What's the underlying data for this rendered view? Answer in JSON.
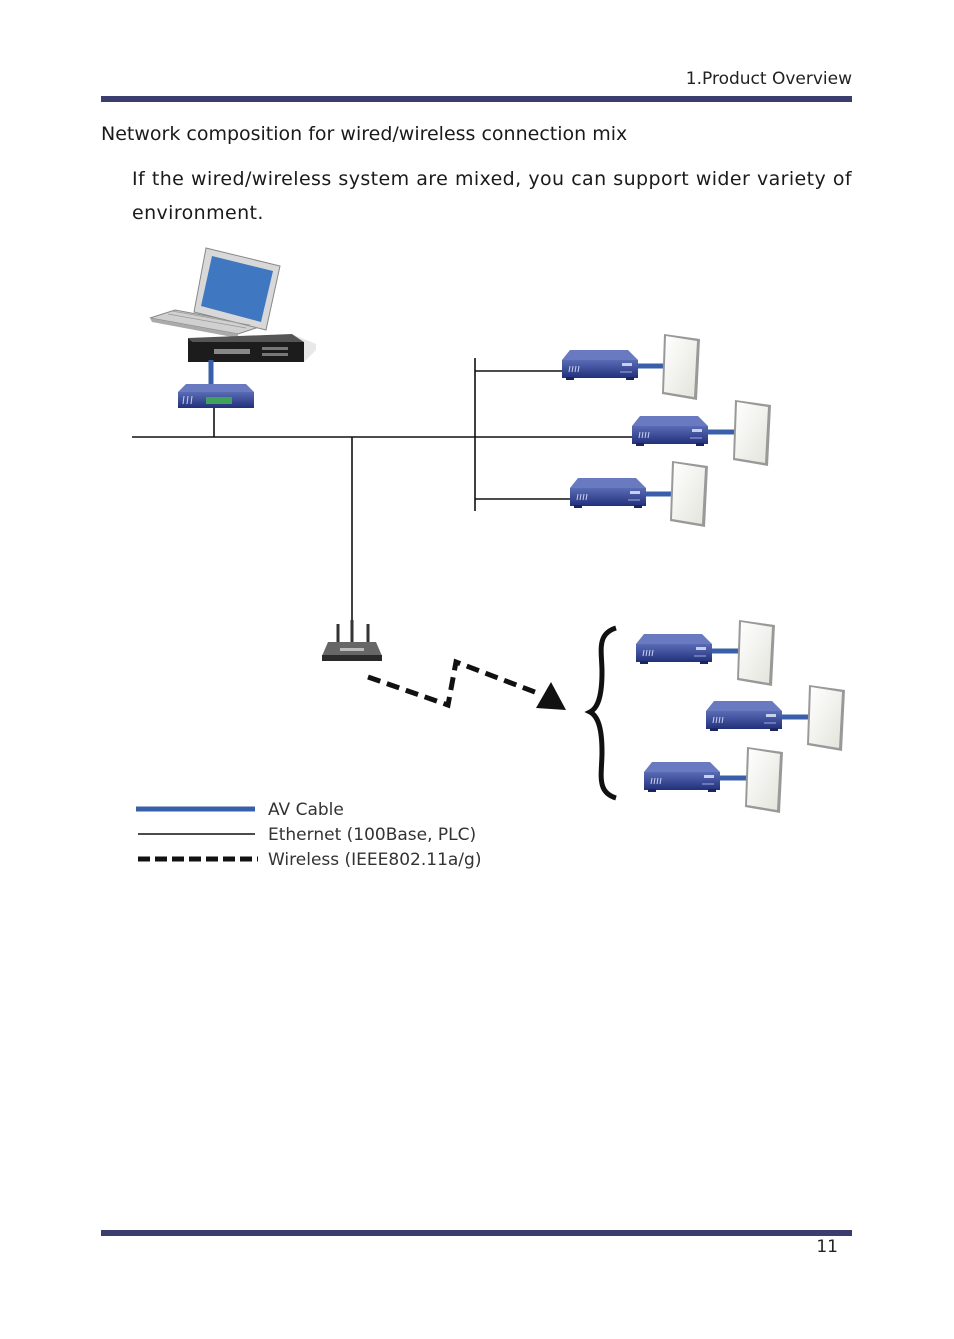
{
  "header": {
    "section_label": "1.Product Overview"
  },
  "content": {
    "heading": "Network composition for wired/wireless connection mix",
    "paragraph": "If the wired/wireless system are mixed, you can support wider variety of environment."
  },
  "legend": {
    "items": [
      {
        "label": "AV Cable",
        "color": "#3a5faa"
      },
      {
        "label": "Ethernet (100Base, PLC)",
        "color": "#111111"
      },
      {
        "label": "Wireless (IEEE802.11a/g)",
        "color": "#111111"
      }
    ]
  },
  "colors": {
    "rule": "#3b3d6e",
    "device": "#2e3f8a",
    "av_cable": "#3a5faa"
  },
  "icons": [
    "laptop-icon",
    "dvd-player-icon",
    "encoder-icon",
    "decoder-icon",
    "display-panel-icon",
    "wireless-router-icon",
    "curly-brace-icon",
    "wireless-arrow-icon"
  ],
  "footer": {
    "page_number": "11"
  }
}
